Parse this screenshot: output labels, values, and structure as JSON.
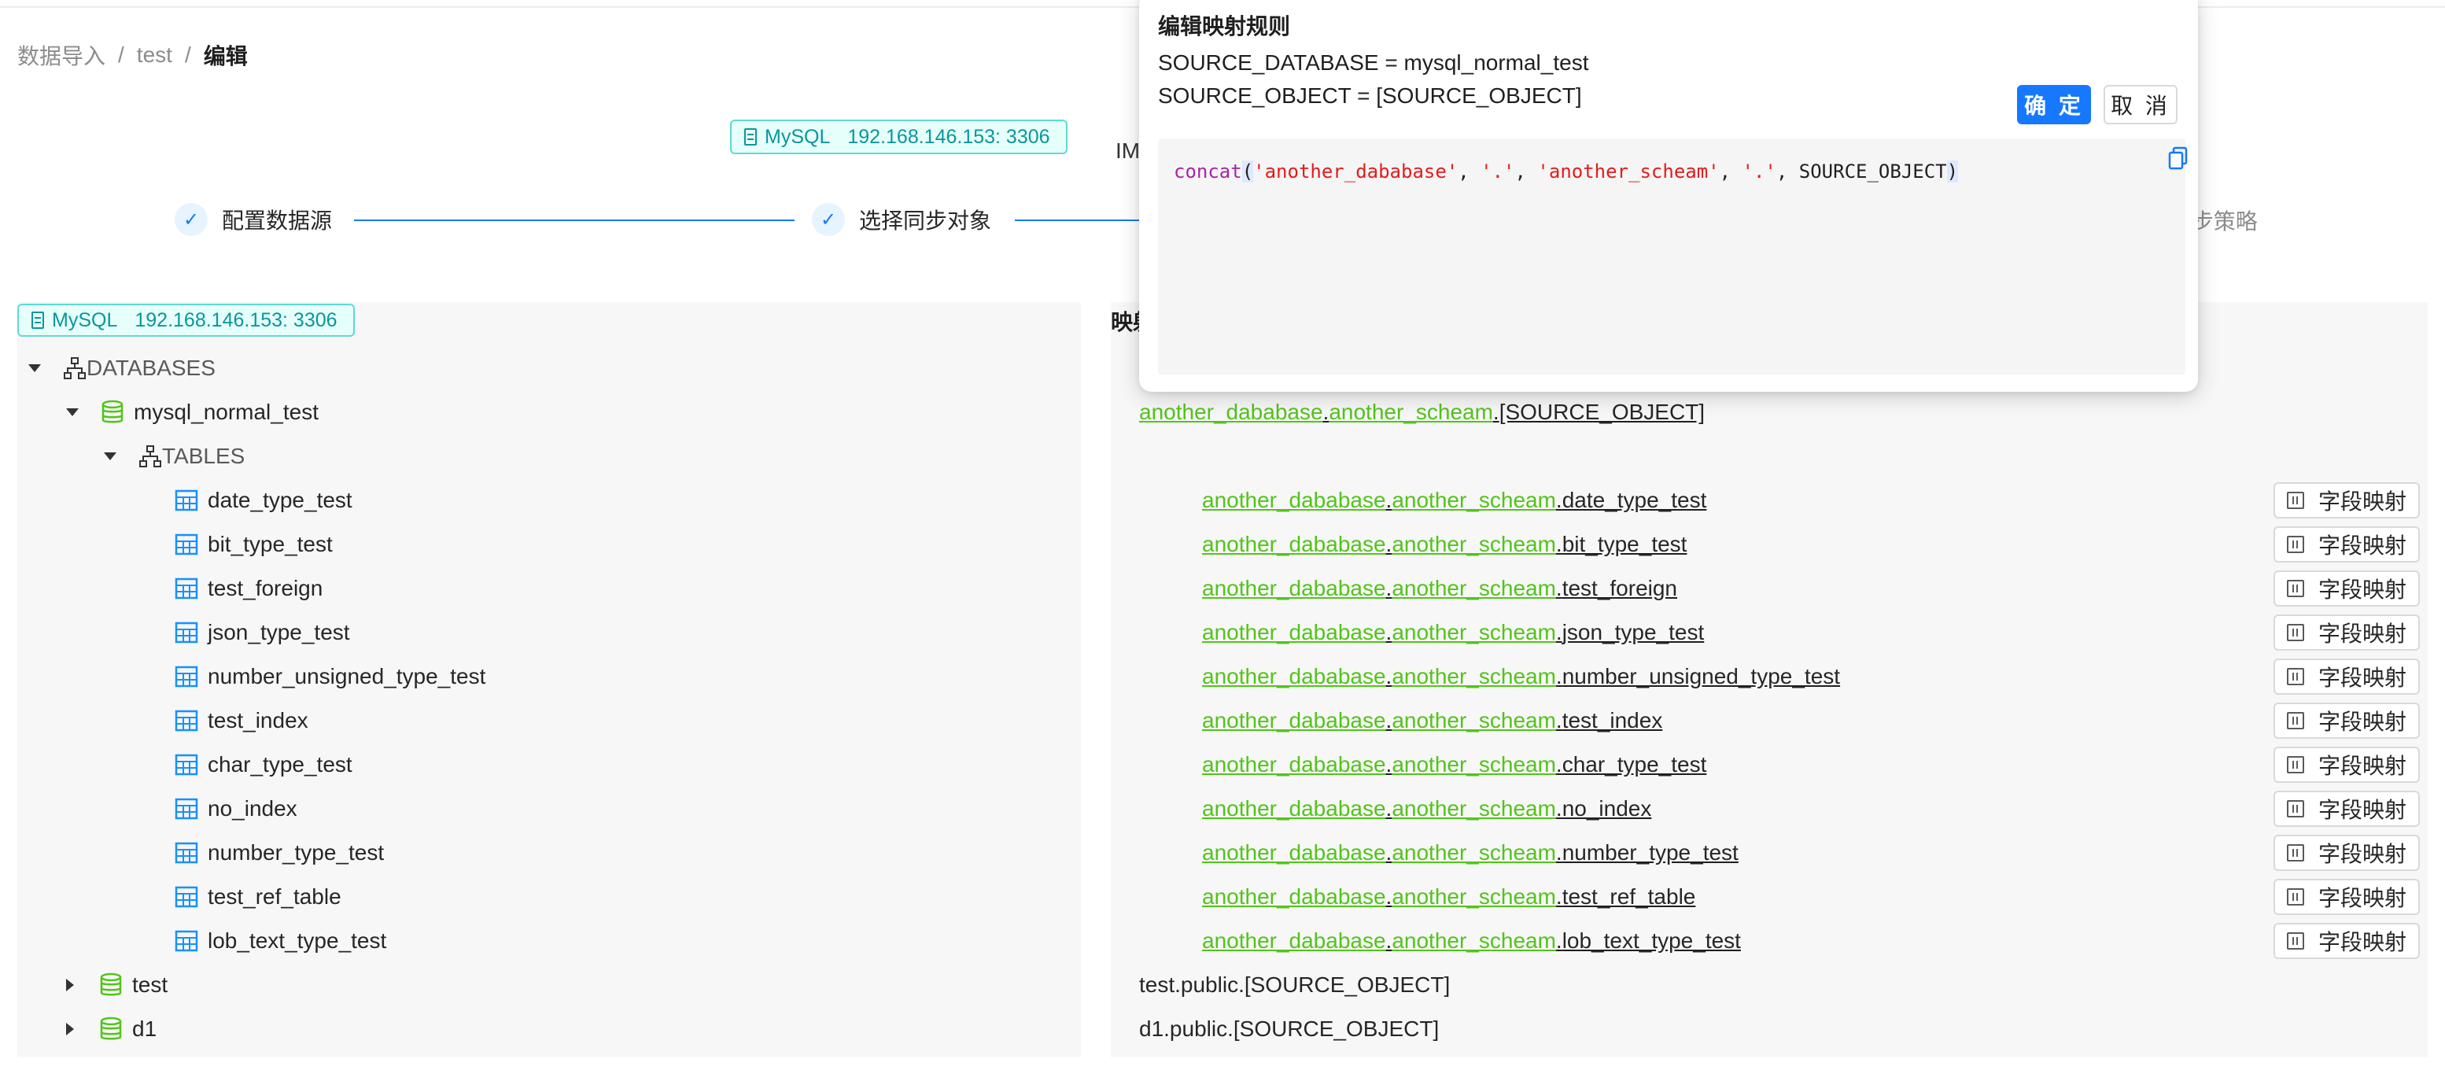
{
  "breadcrumb": {
    "item1": "数据导入",
    "sep1": "/",
    "item2": "test",
    "sep2": "/",
    "current": "编辑"
  },
  "source_tag": {
    "db": "MySQL",
    "address": "192.168.146.153: 3306"
  },
  "target_partial": "IM",
  "steps": {
    "step1": "配置数据源",
    "step2": "选择同步对象",
    "step4_partial": "]步策略"
  },
  "left_panel": {
    "tag": {
      "db": "MySQL",
      "address": "192.168.146.153: 3306"
    },
    "root": "DATABASES",
    "database": "mysql_normal_test",
    "tables_node": "TABLES",
    "tables": [
      "date_type_test",
      "bit_type_test",
      "test_foreign",
      "json_type_test",
      "number_unsigned_type_test",
      "test_index",
      "char_type_test",
      "no_index",
      "number_type_test",
      "test_ref_table",
      "lob_text_type_test"
    ],
    "other_dbs": [
      "test",
      "d1"
    ]
  },
  "right_panel": {
    "title": "映射",
    "db_rule": {
      "db": "another_dababase",
      "dot1": ".",
      "schema": "another_scheam",
      "dot2": ".",
      "obj": "[SOURCE_OBJECT]"
    },
    "table_prefix_db": "another_dababase",
    "table_prefix_schema": "another_scheam",
    "dot": ".",
    "field_btn": "字段映射",
    "other_rules": [
      "test.public.[SOURCE_OBJECT]",
      "d1.public.[SOURCE_OBJECT]"
    ]
  },
  "popover": {
    "title": "编辑映射规则",
    "line1": "SOURCE_DATABASE = mysql_normal_test",
    "line2": "SOURCE_OBJECT = [SOURCE_OBJECT]",
    "ok": "确 定",
    "cancel": "取 消",
    "code": {
      "fn": "concat",
      "open": "(",
      "s1": "'another_dababase'",
      "c1": ", ",
      "s2": "'.'",
      "c2": ", ",
      "s3": "'another_scheam'",
      "c3": ", ",
      "s4": "'.'",
      "c4": ", SOURCE_OBJECT",
      "close": ")"
    }
  },
  "colors": {
    "primary": "#1677ff",
    "green": "#52c41a",
    "teal": "#08979c",
    "table_icon": "#1890ff"
  }
}
